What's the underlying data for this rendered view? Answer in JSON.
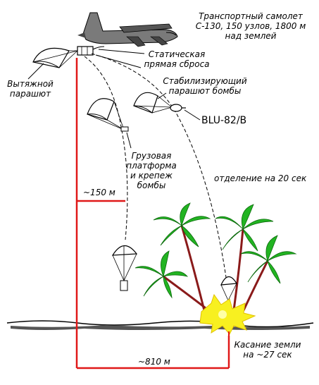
{
  "labels": {
    "aircraft_line1": "Транспортный самолет",
    "aircraft_line2": "С-130, 150 узлов, 1800 м",
    "aircraft_line3": "над землей",
    "static_line1": "Статическая",
    "static_line2": "прямая сброса",
    "stab_line1": "Стабилизирующий",
    "stab_line2": "парашют бомбы",
    "pilot_line1": "Вытяжной",
    "pilot_line2": "парашют",
    "bomb": "BLU-82/B",
    "platform_line1": "Грузовая",
    "platform_line2": "платформа",
    "platform_line3": "и крепеж",
    "platform_line4": "бомбы",
    "separation": "отделение на 20 сек",
    "offset_150": "~150 м",
    "offset_810": "~810 м",
    "impact_line1": "Касание земли",
    "impact_line2": "на ~27 сек"
  },
  "colors": {
    "distance_line": "#e01818",
    "foliage": "#22b422",
    "trunk": "#8a1a1a",
    "flash": "#f8f020",
    "ink": "#000000",
    "aircraft": "#7a7a7a"
  }
}
